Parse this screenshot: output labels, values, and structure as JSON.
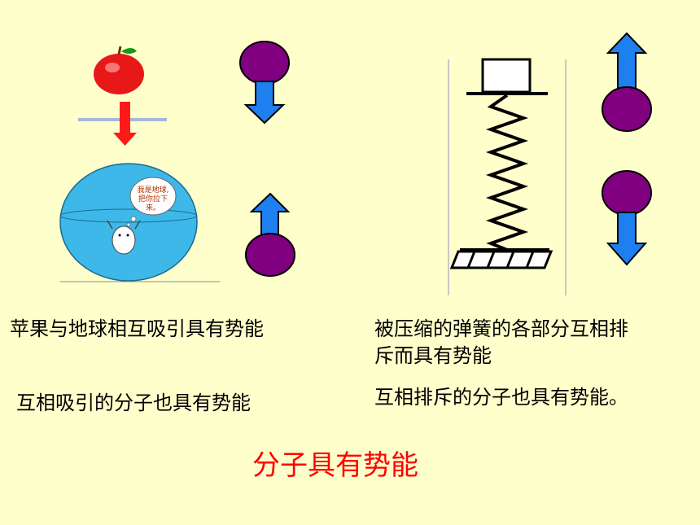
{
  "left": {
    "caption_1": "苹果与地球相互吸引具有势能",
    "caption_2": "互相吸引的分子也具有势能",
    "bubble": "我是地球,把你拉下来。"
  },
  "right": {
    "caption_1_line1": "被压缩的弹簧的各部分互相排",
    "caption_1_line2": "斥而具有势能",
    "caption_2": "互相排斥的分子也具有势能。"
  },
  "title": "分子具有势能",
  "colors": {
    "background": "#ffffcc",
    "molecule": "#800080",
    "arrow_blue": "#1e7ff0",
    "arrow_red": "#ff1a1a",
    "earth": "#3db8e8",
    "title": "#ff0000"
  }
}
